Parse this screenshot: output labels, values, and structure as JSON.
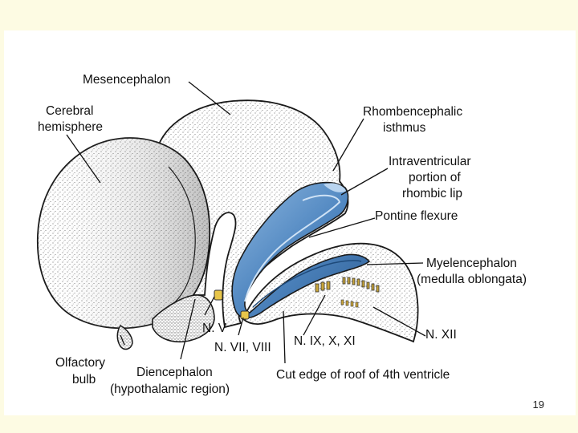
{
  "slide": {
    "page_number": "19",
    "background_color": "#fdfbe3"
  },
  "diagram": {
    "labels": {
      "mesencephalon": "Mesencephalon",
      "cerebral_hemisphere_1": "Cerebral",
      "cerebral_hemisphere_2": "hemisphere",
      "rhombencephalic_isthmus_1": "Rhombencephalic",
      "rhombencephalic_isthmus_2": "isthmus",
      "intraventricular_1": "Intraventricular",
      "intraventricular_2": "portion of",
      "intraventricular_3": "rhombic lip",
      "pontine_flexure": "Pontine flexure",
      "myelencephalon_1": "Myelencephalon",
      "myelencephalon_2": "(medulla oblongata)",
      "olfactory_bulb_1": "Olfactory",
      "olfactory_bulb_2": "bulb",
      "n_v": "N. V",
      "n_vii_viii": "N. VII, VIII",
      "n_ix_x_xi": "N. IX, X, XI",
      "n_xii": "N. XII",
      "diencephalon_1": "Diencephalon",
      "diencephalon_2": "(hypothalamic region)",
      "cut_edge": "Cut edge of roof of 4th ventricle"
    },
    "colors": {
      "rhombic_lip_blue": "#4f86c0",
      "rhombic_lip_light": "#8fb8e0",
      "nerve_roots_yellow": "#e8c64a",
      "outline": "#1a1a1a"
    }
  }
}
